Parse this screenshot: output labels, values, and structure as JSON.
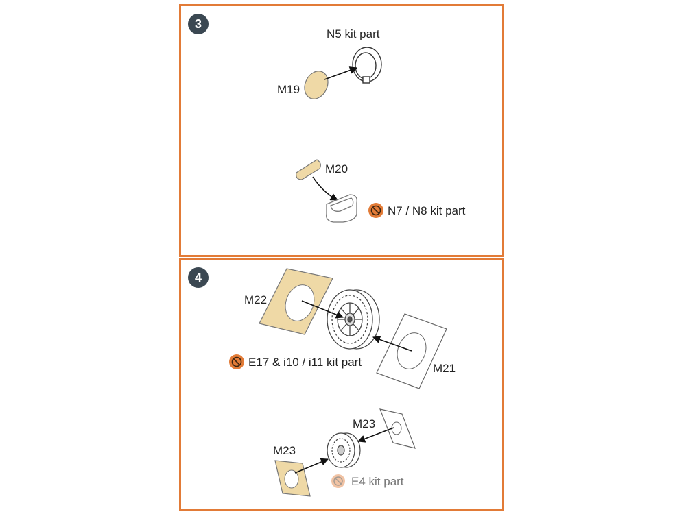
{
  "step3": {
    "number": "3",
    "labels": {
      "n5": "N5 kit part",
      "m19": "M19",
      "m20": "M20",
      "n7n8": "N7 / N8 kit part"
    }
  },
  "step4": {
    "number": "4",
    "labels": {
      "m22": "M22",
      "m21": "M21",
      "e17": "E17 & i10 / i11 kit part",
      "m23_top": "M23",
      "m23_left": "M23",
      "e4": "E4 kit part"
    }
  },
  "colors": {
    "frame": "#e27b37",
    "badge": "#3b4852",
    "mask_fill": "#efd9a6",
    "remove_icon": "#e27b37"
  },
  "icons": [
    "remove-part-icon"
  ]
}
